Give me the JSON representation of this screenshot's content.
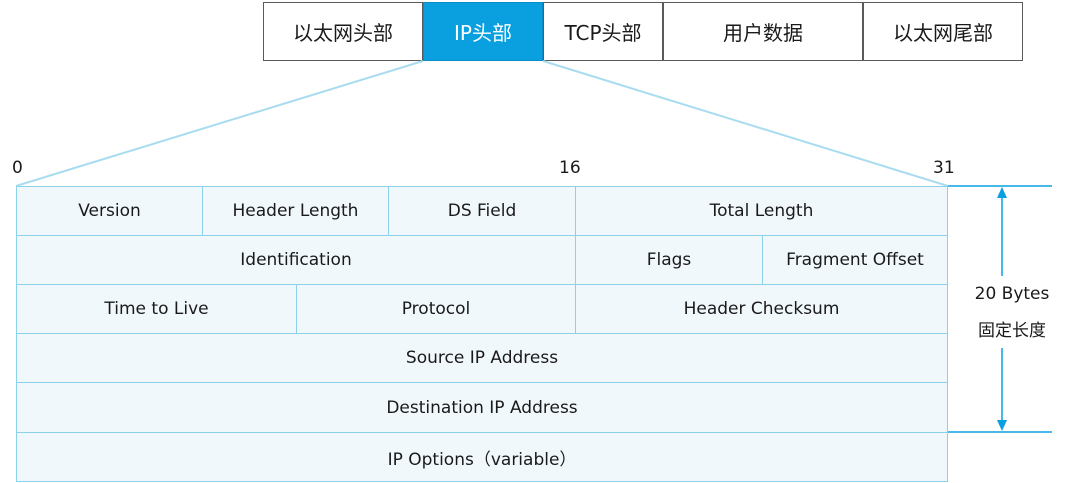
{
  "frame": {
    "segments": [
      {
        "label": "以太网头部",
        "active": false
      },
      {
        "label": "IP头部",
        "active": true
      },
      {
        "label": "TCP头部",
        "active": false
      },
      {
        "label": "用户数据",
        "active": false
      },
      {
        "label": "以太网尾部",
        "active": false
      }
    ]
  },
  "bit_positions": {
    "start": "0",
    "middle": "16",
    "end": "31"
  },
  "ip_header": {
    "version": "Version",
    "header_length": "Header Length",
    "ds_field": "DS Field",
    "total_length": "Total Length",
    "identification": "Identification",
    "flags": "Flags",
    "fragment_offset": "Fragment Offset",
    "ttl": "Time to Live",
    "protocol": "Protocol",
    "header_checksum": "Header Checksum",
    "source_ip": "Source IP Address",
    "destination_ip": "Destination IP Address",
    "ip_options": "IP Options（variable）"
  },
  "size_note": {
    "bytes": "20 Bytes",
    "fixed_length": "固定长度"
  },
  "colors": {
    "accent": "#0aa0e0",
    "cell_border": "#8dd0ea",
    "cell_fill": "#f1f8fc",
    "line": "#a9dcef"
  }
}
